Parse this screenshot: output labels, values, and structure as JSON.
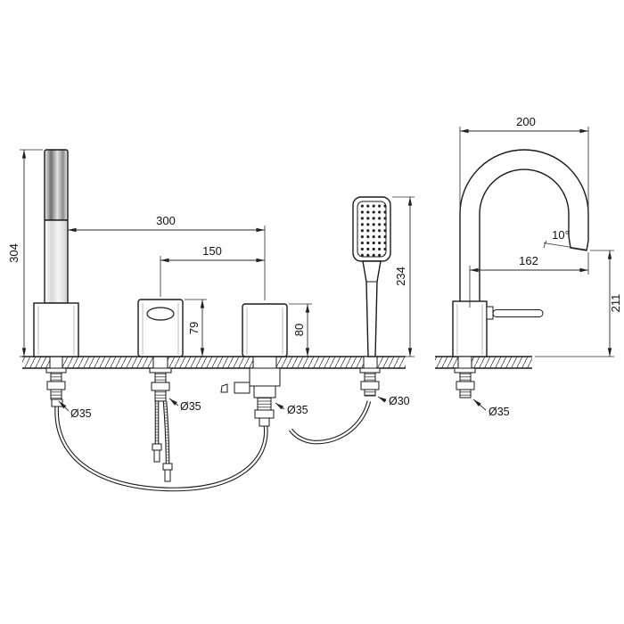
{
  "front": {
    "spout_height": "304",
    "spacing_outer": "300",
    "spacing_inner": "150",
    "valve_height": "79",
    "diverter_height": "80",
    "shower_height": "234",
    "spout_hole": "Ø35",
    "valve_hole": "Ø35",
    "diverter_hole": "Ø35",
    "shower_hole": "Ø30"
  },
  "side": {
    "top_width": "200",
    "outlet_reach": "162",
    "outlet_height": "211",
    "outlet_angle": "10°",
    "base_hole": "Ø35"
  },
  "colors": {
    "line": "#1a1a1a",
    "background": "#ffffff"
  }
}
